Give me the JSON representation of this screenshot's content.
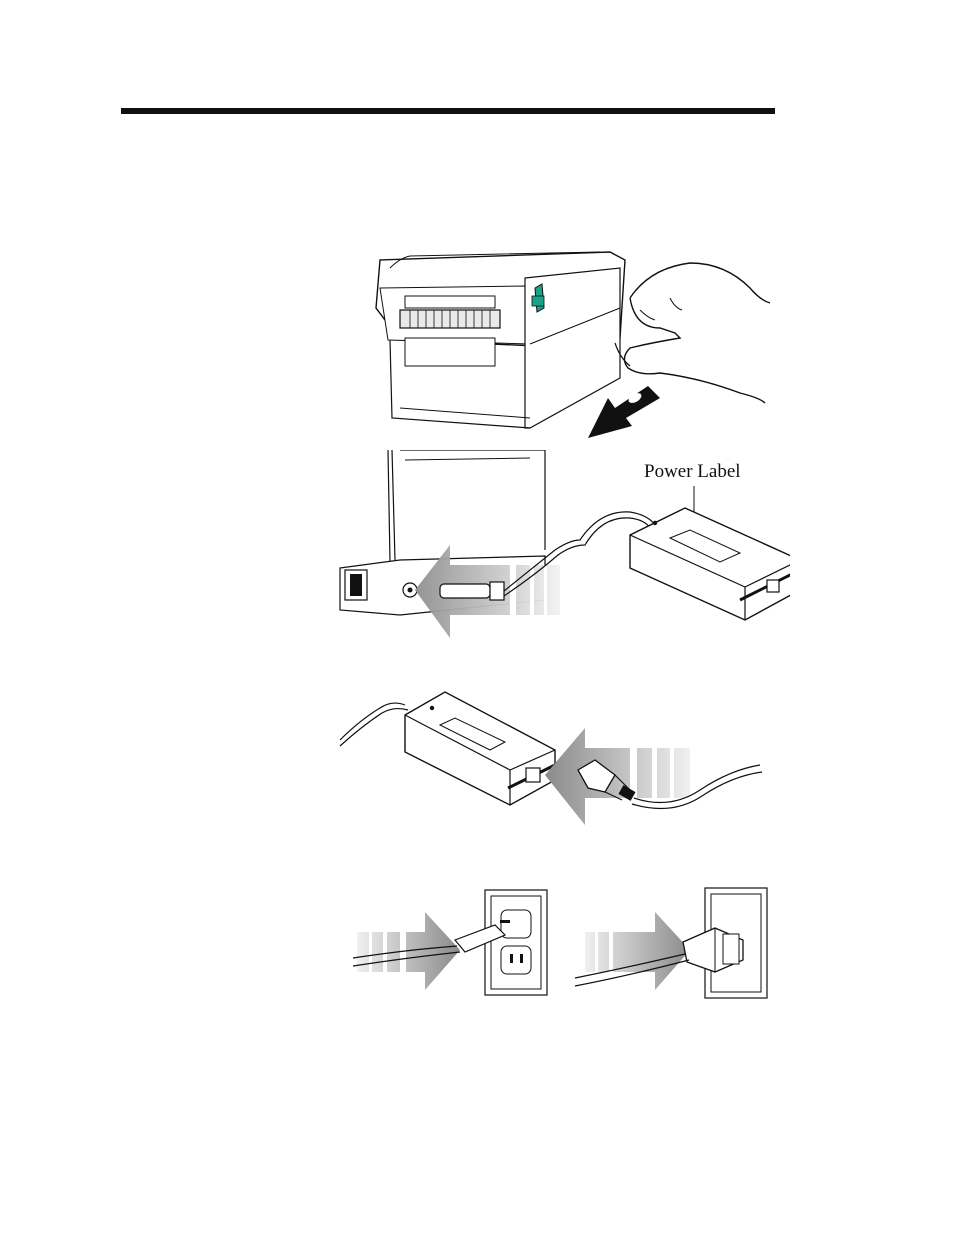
{
  "labels": {
    "power_label": "Power Label"
  },
  "figures": [
    {
      "name": "power-switch-off",
      "icon": "printer-power-switch"
    },
    {
      "name": "dc-cord-disconnect",
      "icon": "power-supply-dc-cord"
    },
    {
      "name": "ac-cord-disconnect",
      "icon": "power-supply-ac-cord"
    },
    {
      "name": "us-outlet-unplug",
      "icon": "wall-outlet-us"
    },
    {
      "name": "eu-outlet-unplug",
      "icon": "wall-outlet-eu"
    }
  ],
  "colors": {
    "line": "#111111",
    "arrow_dark": "#6a6a6a",
    "arrow_light": "#e6e6e6",
    "switch_green": "#1aa38a"
  }
}
